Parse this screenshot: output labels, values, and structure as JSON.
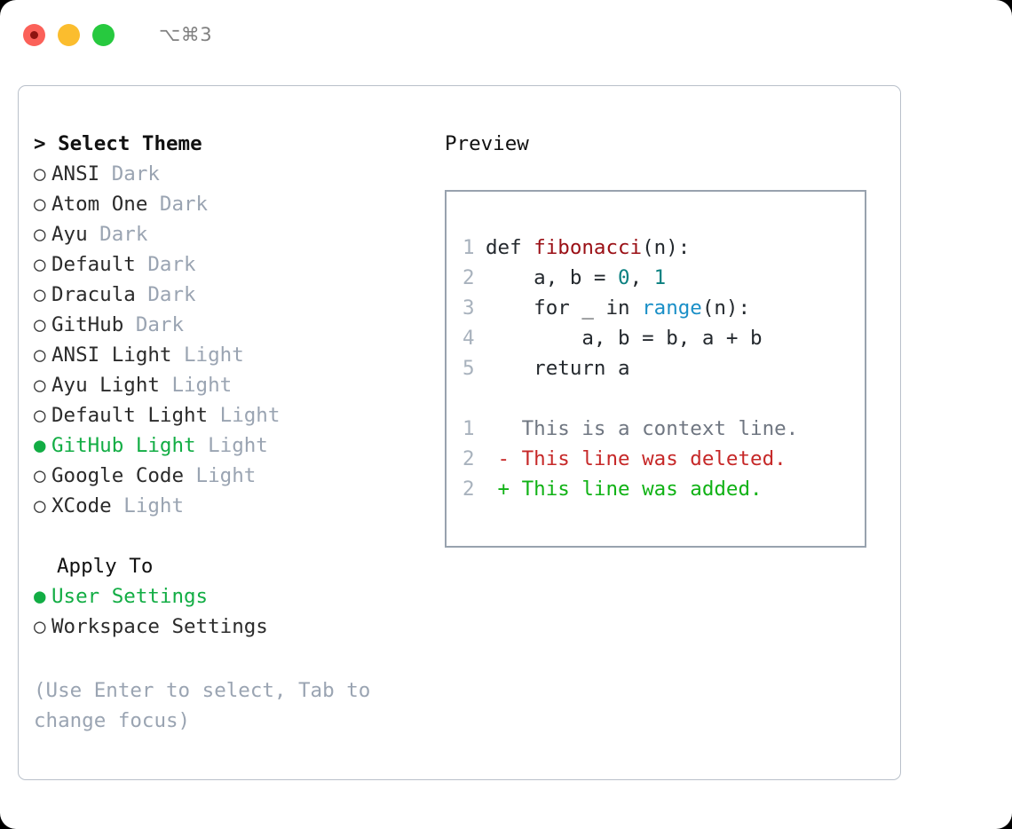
{
  "titlebar": {
    "shortcut": "⌥⌘3",
    "lights": [
      {
        "name": "close",
        "color": "#fb6159"
      },
      {
        "name": "minimize",
        "color": "#fbbd2e"
      },
      {
        "name": "zoom",
        "color": "#27c93f"
      }
    ]
  },
  "theme_picker": {
    "heading": "> Select Theme",
    "items": [
      {
        "marker": "○",
        "name": "ANSI",
        "tag": "Dark",
        "selected": false
      },
      {
        "marker": "○",
        "name": "Atom One",
        "tag": "Dark",
        "selected": false
      },
      {
        "marker": "○",
        "name": "Ayu",
        "tag": "Dark",
        "selected": false
      },
      {
        "marker": "○",
        "name": "Default",
        "tag": "Dark",
        "selected": false
      },
      {
        "marker": "○",
        "name": "Dracula",
        "tag": "Dark",
        "selected": false
      },
      {
        "marker": "○",
        "name": "GitHub",
        "tag": "Dark",
        "selected": false
      },
      {
        "marker": "○",
        "name": "ANSI Light",
        "tag": "Light",
        "selected": false
      },
      {
        "marker": "○",
        "name": "Ayu Light",
        "tag": "Light",
        "selected": false
      },
      {
        "marker": "○",
        "name": "Default Light",
        "tag": "Light",
        "selected": false
      },
      {
        "marker": "●",
        "name": "GitHub Light",
        "tag": "Light",
        "selected": true
      },
      {
        "marker": "○",
        "name": "Google Code",
        "tag": "Light",
        "selected": false
      },
      {
        "marker": "○",
        "name": "XCode",
        "tag": "Light",
        "selected": false
      }
    ]
  },
  "apply_to": {
    "heading": "Apply To",
    "items": [
      {
        "marker": "●",
        "name": "User Settings",
        "selected": true
      },
      {
        "marker": "○",
        "name": "Workspace Settings",
        "selected": false
      }
    ]
  },
  "hint": "(Use Enter to select, Tab to change focus)",
  "preview": {
    "heading": "Preview",
    "code_lines": [
      {
        "num": "1",
        "segments": [
          {
            "text": "def ",
            "style": "plain"
          },
          {
            "text": "fibonacci",
            "style": "fn"
          },
          {
            "text": "(n):",
            "style": "plain"
          }
        ]
      },
      {
        "num": "2",
        "segments": [
          {
            "text": "    a, b = ",
            "style": "plain"
          },
          {
            "text": "0",
            "style": "num"
          },
          {
            "text": ", ",
            "style": "plain"
          },
          {
            "text": "1",
            "style": "num"
          }
        ]
      },
      {
        "num": "3",
        "segments": [
          {
            "text": "    for _ in ",
            "style": "plain"
          },
          {
            "text": "range",
            "style": "bi"
          },
          {
            "text": "(n):",
            "style": "plain"
          }
        ]
      },
      {
        "num": "4",
        "segments": [
          {
            "text": "        a, b = b, a + b",
            "style": "plain"
          }
        ]
      },
      {
        "num": "5",
        "segments": [
          {
            "text": "    return a",
            "style": "plain"
          }
        ]
      }
    ],
    "diff_lines": [
      {
        "num": "1",
        "marker": " ",
        "text": " This is a context line.",
        "kind": "context"
      },
      {
        "num": "2",
        "marker": "-",
        "text": " This line was deleted.",
        "kind": "deleted"
      },
      {
        "num": "2",
        "marker": "+",
        "text": " This line was added.",
        "kind": "added"
      }
    ]
  },
  "colors": {
    "accent_green": "#12ad44",
    "muted": "#9aa4b2",
    "line_number": "#a8b2bd",
    "function": "#9a0f15",
    "number": "#0a8080",
    "builtin": "#1a8fc7",
    "diff_added": "#10b215",
    "diff_deleted": "#c62828",
    "border": "#98a2ae",
    "panel_border": "#b9c0ca"
  }
}
